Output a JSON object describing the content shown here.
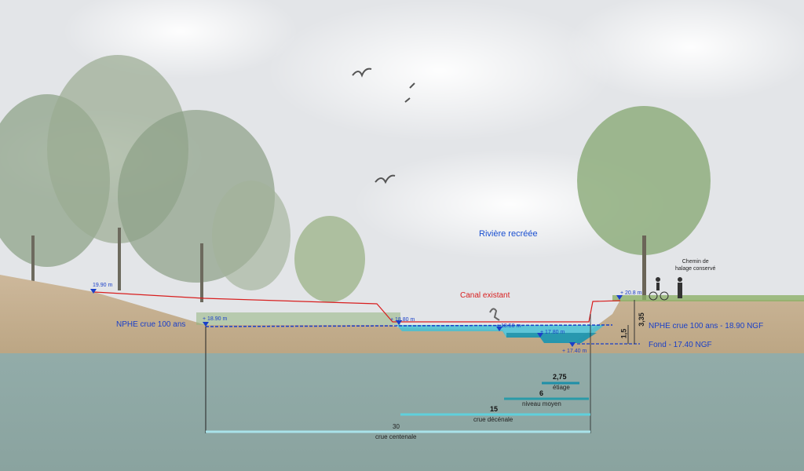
{
  "title": "Rivière recréée",
  "canal_label": "Canal existant",
  "towpath_label": [
    "Chemin de",
    "halage conservé"
  ],
  "nphe_left": "NPHE crue 100 ans",
  "nphe_right": "NPHE crue 100 ans - 18.90 NGF",
  "fond_right": "Fond - 17.40 NGF",
  "elevations": {
    "left_top": "19.90 m",
    "left_nphe": "+ 18.90 m",
    "mid_bank": "+ 18.80 m",
    "mid_step": "+ 18.50 m",
    "low_step": "+ 17.80 m",
    "bottom": "+ 17.40 m",
    "right_top": "+ 20.8 m"
  },
  "heights": {
    "total": "3,35",
    "water": "1,5"
  },
  "widths": [
    {
      "value": "2,75",
      "label": "étiage"
    },
    {
      "value": "6",
      "label": "niveau moyen"
    },
    {
      "value": "15",
      "label": "crue décénale"
    },
    {
      "value": "30",
      "label": "crue centenale"
    }
  ],
  "colors": {
    "sky": "#e6e8ea",
    "soil": "#c9b497",
    "groundwater": "#8ea9a6",
    "water": "#3fb7cf",
    "canal_line": "#d81e1e",
    "nphe_line": "#1a3fc8",
    "dimension": "#2a9aa8"
  }
}
